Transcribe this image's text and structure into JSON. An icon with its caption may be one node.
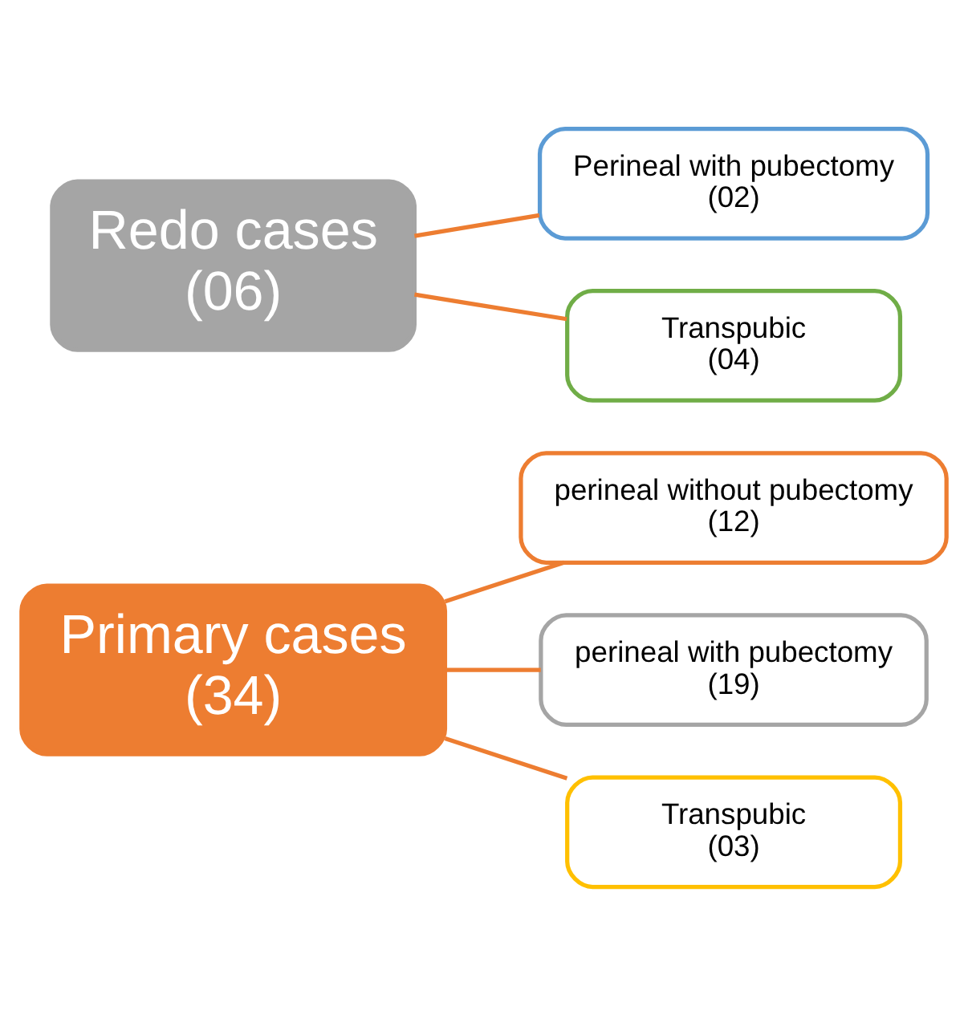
{
  "diagram": {
    "nodes": [
      {
        "text": [
          "Primary cases",
          "(34)"
        ]
      },
      {
        "text": [
          "perineal without pubectomy",
          "(12)"
        ]
      },
      {
        "text": [
          "perineal with pubectomy",
          "(19)"
        ]
      },
      {
        "text": [
          "Transpubic",
          "(03)"
        ]
      },
      {
        "text": [
          "Redo cases",
          "(06)"
        ]
      },
      {
        "text": [
          "Perineal with pubectomy",
          "(02)"
        ]
      },
      {
        "text": [
          "Transpubic",
          "(04)"
        ]
      }
    ],
    "edges": [
      {
        "from": 0,
        "to": 1,
        "arrow": "none"
      },
      {
        "from": 0,
        "to": 2,
        "arrow": "none"
      },
      {
        "from": 0,
        "to": 3,
        "arrow": "none"
      },
      {
        "from": 4,
        "to": 5,
        "arrow": "none"
      },
      {
        "from": 4,
        "to": 6,
        "arrow": "none"
      }
    ]
  }
}
